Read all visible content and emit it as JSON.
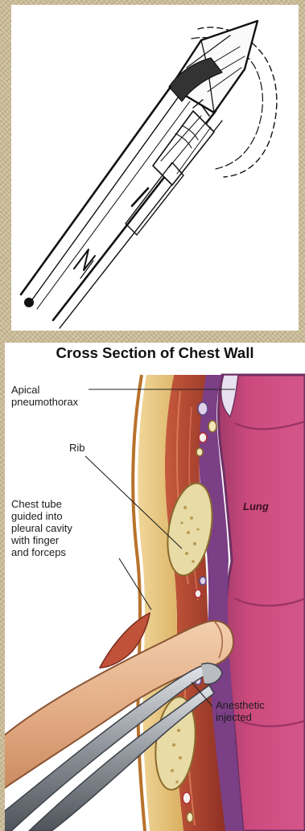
{
  "cross_section": {
    "title": "Cross Section of Chest Wall",
    "labels": {
      "apical": [
        "Apical",
        "pneumothorax"
      ],
      "rib": "Rib",
      "chest_tube": [
        "Chest tube",
        "guided into",
        "pleural cavity",
        "with finger",
        "and forceps"
      ],
      "lung": "Lung",
      "anesthetic": [
        "Anesthetic",
        "injected"
      ]
    }
  },
  "colors": {
    "background_texture": "#cdbf9c",
    "lung": "#c9457a",
    "pleura": "#8b4a8f",
    "fat": "#e9c979",
    "muscle": "#b2472e",
    "rib": "#e6d8a2",
    "finger": "#e8b792",
    "forceps": "#8f949c"
  }
}
